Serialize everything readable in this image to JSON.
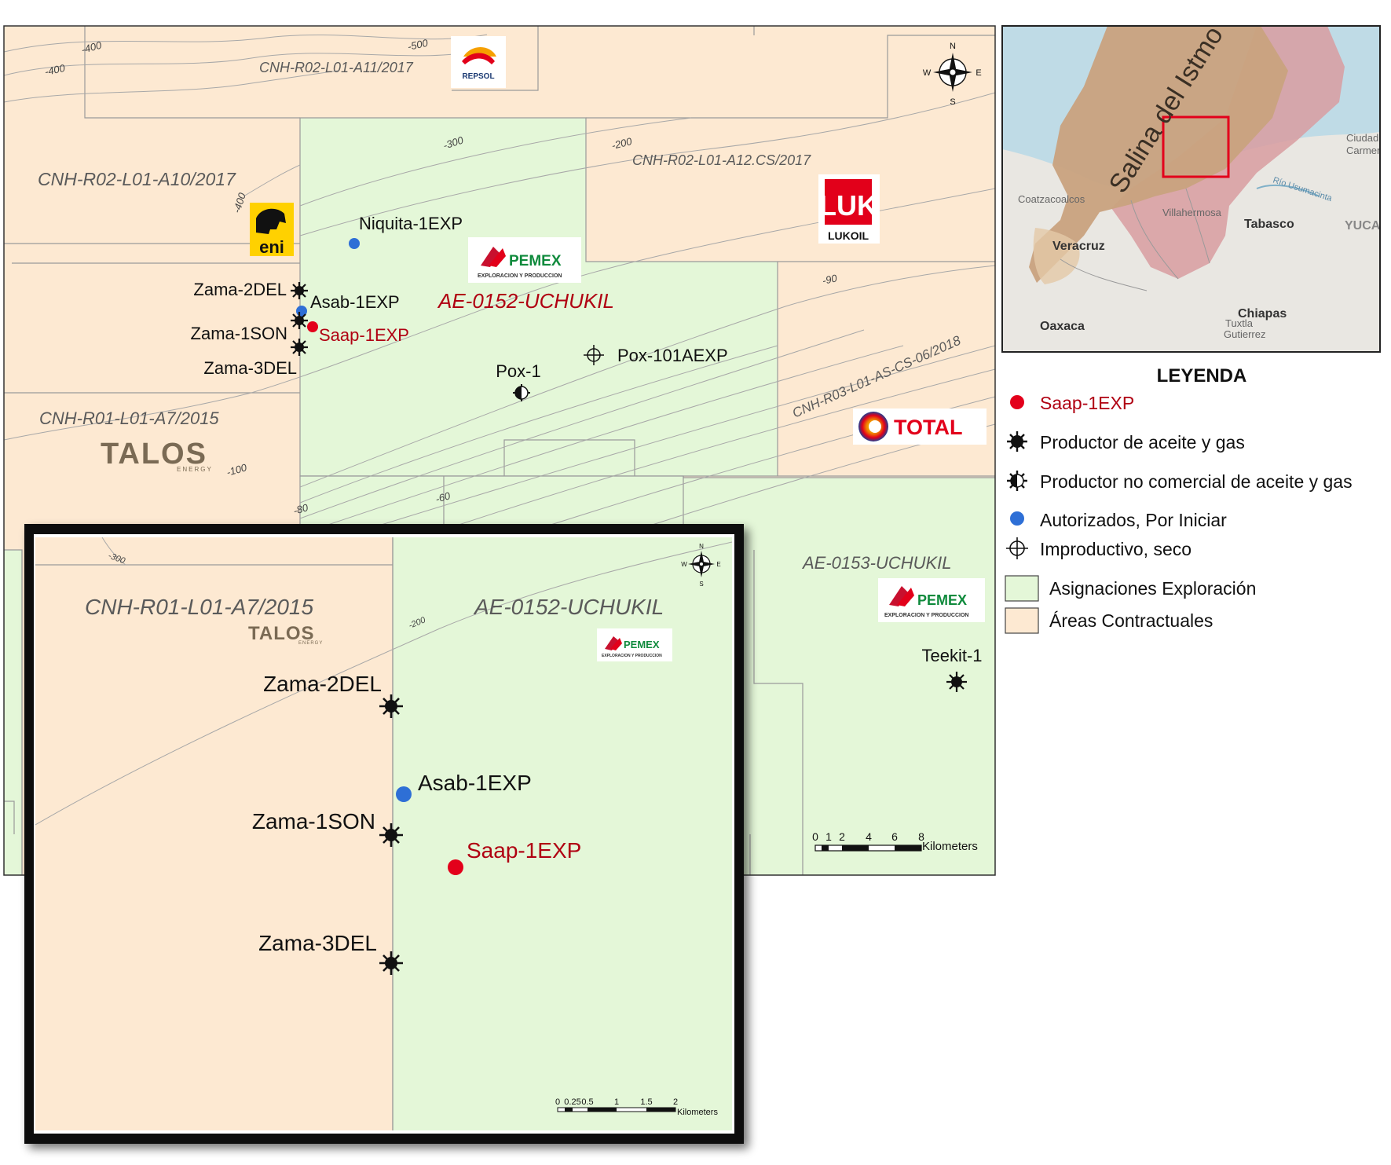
{
  "colors": {
    "contract": "#fde9d2",
    "assignment": "#e4f7d8",
    "border": "#9a9a9a",
    "contour": "#a8a8a8",
    "red": "#e3001b",
    "blue": "#2e6fd6",
    "black": "#111111",
    "label_dark": "#5a5a5a",
    "label_red": "#b00012"
  },
  "main_map": {
    "blocks": [
      {
        "name": "CNH-R02-L01-A11/2017",
        "color": "contract"
      },
      {
        "name": "CNH-R02-L01-A10/2017",
        "color": "contract"
      },
      {
        "name": "CNH-R02-L01-A12.CS/2017",
        "color": "contract"
      },
      {
        "name": "CNH-R01-L01-A7/2015",
        "color": "contract"
      },
      {
        "name": "CNH-R03-L01-AS-CS-06/2018",
        "color": "contract"
      },
      {
        "name": "AE-0152-UCHUKIL",
        "color": "assignment"
      },
      {
        "name": "AE-0153-UCHUKIL",
        "color": "assignment"
      }
    ],
    "contour_labels": [
      "-400",
      "-400",
      "-500",
      "-400",
      "-300",
      "-200",
      "-100",
      "-90",
      "-80",
      "-60"
    ],
    "logos": {
      "repsol": "REPSOL",
      "eni": "eni",
      "lukoil": "LUKOIL",
      "lukoil_mark": "LUK",
      "total": "TOTAL",
      "talos": "TALOS",
      "talos_sub": "ENERGY",
      "pemex": "PEMEX",
      "pemex_sub": "EXPLORACION Y PRODUCCION"
    },
    "wells": [
      {
        "name": "Niquita-1EXP",
        "status": "authorized"
      },
      {
        "name": "Zama-2DEL",
        "status": "producer"
      },
      {
        "name": "Asab-1EXP",
        "status": "authorized"
      },
      {
        "name": "Zama-1SON",
        "status": "producer"
      },
      {
        "name": "Saap-1EXP",
        "status": "target"
      },
      {
        "name": "Zama-3DEL",
        "status": "producer"
      },
      {
        "name": "Pox-1",
        "status": "noncommercial"
      },
      {
        "name": "Pox-101AEXP",
        "status": "dry"
      },
      {
        "name": "Teekit-1",
        "status": "producer"
      }
    ],
    "compass": {
      "n": "N",
      "s": "S",
      "e": "E",
      "w": "W"
    },
    "scale": {
      "ticks": [
        "0",
        "1",
        "2",
        "4",
        "6",
        "8"
      ],
      "unit": "Kilometers"
    }
  },
  "inset": {
    "blocks": [
      {
        "name": "CNH-R01-L01-A7/2015"
      },
      {
        "name": "AE-0152-UCHUKIL"
      }
    ],
    "contour_labels": [
      "-300",
      "-200"
    ],
    "wells": [
      {
        "name": "Zama-2DEL",
        "status": "producer"
      },
      {
        "name": "Asab-1EXP",
        "status": "authorized"
      },
      {
        "name": "Zama-1SON",
        "status": "producer"
      },
      {
        "name": "Saap-1EXP",
        "status": "target"
      },
      {
        "name": "Zama-3DEL",
        "status": "producer"
      }
    ],
    "scale": {
      "ticks": [
        "0",
        "0.25",
        "0.5",
        "1",
        "1.5",
        "2"
      ],
      "unit": "Kilometers"
    }
  },
  "locator": {
    "region": "Salina del Istmo",
    "places": [
      "Coatzacoalcos",
      "Villahermosa",
      "Veracruz",
      "Tabasco",
      "Oaxaca",
      "Chiapas",
      "Tuxtla",
      "Gutierrez",
      "Ciudad",
      "Carmen",
      "Río Usumacinta",
      "YUCA"
    ]
  },
  "legend": {
    "title": "LEYENDA",
    "items": [
      {
        "label": "Saap-1EXP",
        "symbol": "target"
      },
      {
        "label": "Productor de aceite y gas",
        "symbol": "producer"
      },
      {
        "label": "Productor no comercial de aceite y gas",
        "symbol": "noncommercial"
      },
      {
        "label": "Autorizados, Por Iniciar",
        "symbol": "authorized"
      },
      {
        "label": "Improductivo, seco",
        "symbol": "dry"
      },
      {
        "label": "Asignaciones Exploración",
        "symbol": "assignment"
      },
      {
        "label": "Áreas Contractuales",
        "symbol": "contract"
      }
    ]
  }
}
